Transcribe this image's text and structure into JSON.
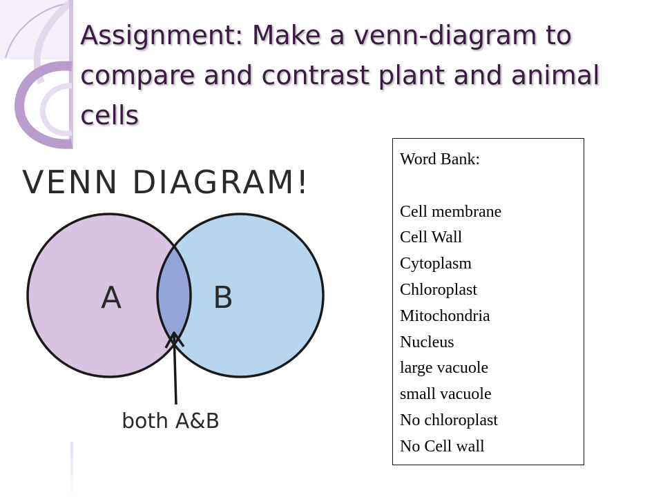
{
  "slide": {
    "title": "Assignment: Make a venn-diagram to compare and contrast plant and animal cells"
  },
  "venn": {
    "heading": "VENN DIAGRAM!",
    "label_a": "A",
    "label_b": "B",
    "overlap_label": "both A&B",
    "colors": {
      "set_a": "#d8c3e1",
      "set_b": "#b7d6ee",
      "overlap": "#94a6d8",
      "outline": "#1a1a1a"
    }
  },
  "word_bank": {
    "heading": "Word Bank:",
    "items": [
      "Cell membrane",
      "Cell Wall",
      "Cytoplasm",
      "Chloroplast",
      "Mitochondria",
      "Nucleus",
      "large vacuole",
      "small vacuole",
      "No chloroplast",
      "No Cell wall"
    ]
  },
  "theme": {
    "title_color": "#3d1a44",
    "accent_purple": "#b79ccc"
  }
}
